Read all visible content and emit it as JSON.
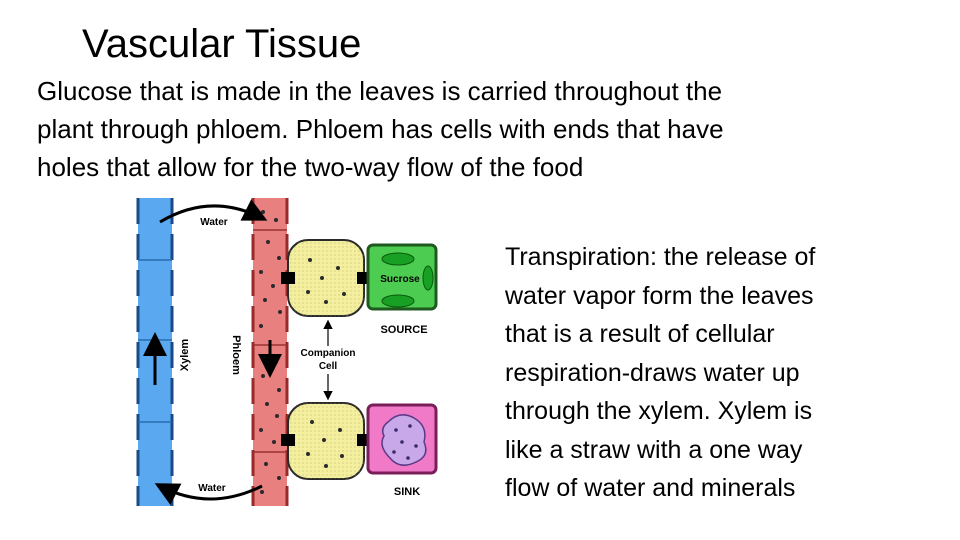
{
  "slide": {
    "title": "Vascular Tissue",
    "intro_lines": [
      "Glucose that is made in the leaves is carried throughout the",
      "plant through phloem.  Phloem has cells with ends that have",
      "holes that allow for the two-way flow of the food"
    ],
    "side_lines": [
      "Transpiration:  the release of",
      "water vapor form the leaves",
      "that is a result of cellular",
      "respiration-draws water up",
      "through the xylem.  Xylem is",
      "like a straw with a one way",
      "flow of water and minerals"
    ]
  },
  "diagram": {
    "water_top": "Water",
    "water_bottom": "Water",
    "xylem": "Xylem",
    "phloem": "Phloem",
    "sucrose": "Sucrose",
    "source": "SOURCE",
    "companion_line1": "Companion",
    "companion_line2": "Cell",
    "sink": "SINK",
    "colors": {
      "xylem": "#5aa8f0",
      "phloem": "#e88080",
      "companion_cell": "#f3ef9e",
      "source_cell": "#4ccc50",
      "sink_cell": "#f07ac8"
    }
  }
}
